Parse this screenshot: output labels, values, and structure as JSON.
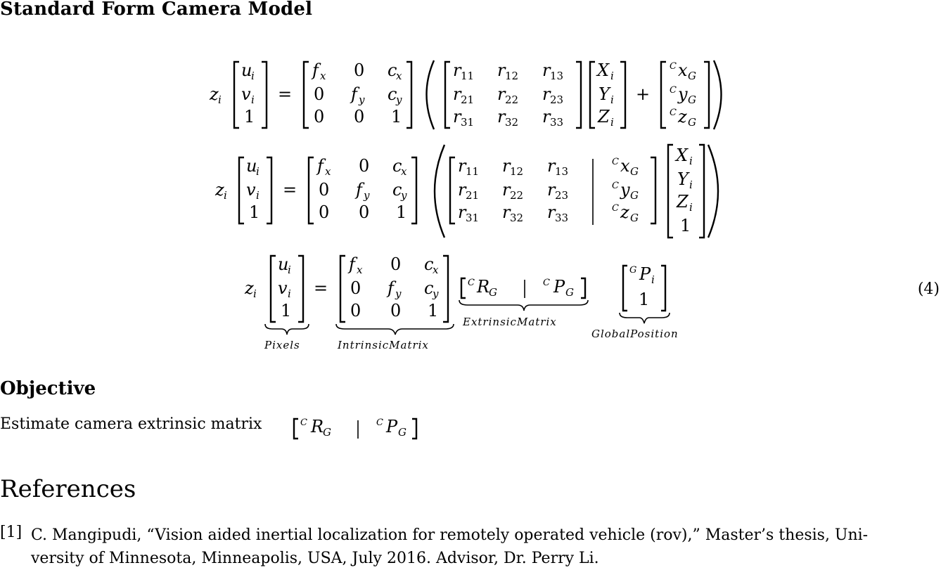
{
  "sections": {
    "camera_model_title": "Standard Form Camera Model",
    "objective_title": "Objective",
    "references_title": "References"
  },
  "objective": {
    "text": "Estimate camera extrinsic matrix"
  },
  "equation": {
    "number": "(4)",
    "labels": {
      "pixels": "Pixels",
      "intrinsic": "IntrinsicMatrix",
      "extrinsic": "ExtrinsicMatrix",
      "global": "GlobalPosition"
    }
  },
  "references": [
    {
      "num": "[1]",
      "line1": "C. Mangipudi, “Vision aided inertial localization for remotely operated vehicle (rov),” Master’s thesis, Uni-",
      "line2": "versity of Minnesota, Minneapolis, USA, July 2016. Advisor, Dr. Perry Li."
    }
  ]
}
